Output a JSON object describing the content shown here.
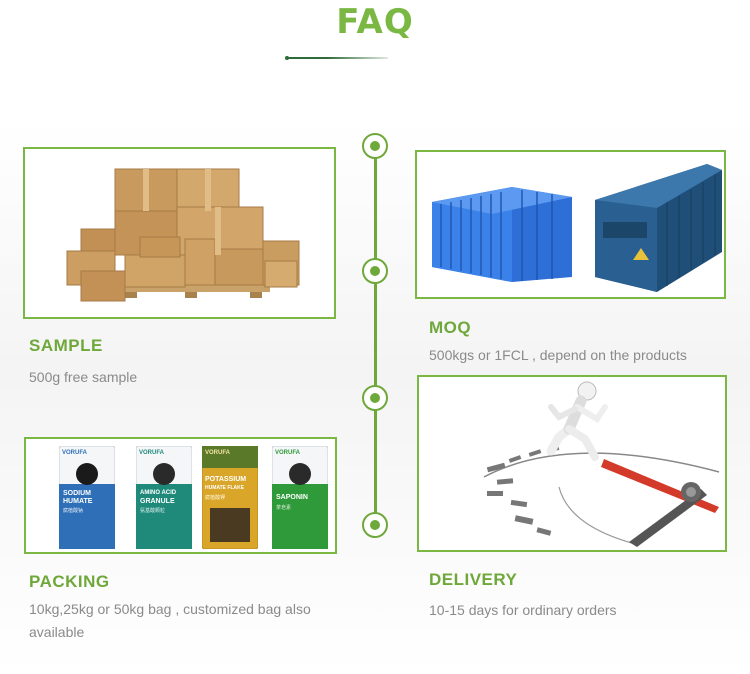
{
  "title": "FAQ",
  "items": {
    "sample": {
      "heading": "SAMPLE",
      "desc": "500g free sample"
    },
    "moq": {
      "heading": "MOQ",
      "desc": "500kgs or 1FCL , depend on the products"
    },
    "packing": {
      "heading": "PACKING",
      "desc": "10kg,25kg or 50kg bag , customized bag also available"
    },
    "delivery": {
      "heading": "DELIVERY",
      "desc": "10-15 days for ordinary orders"
    }
  },
  "bags": [
    {
      "brand": "VORUFA",
      "name1": "SODIUM",
      "name2": "HUMATE",
      "sub": "腐植酸钠",
      "color": "#2e6fb8"
    },
    {
      "brand": "VORUFA",
      "name1": "AMINO ACID",
      "name2": "GRANULE",
      "sub": "氨基酸颗粒",
      "color": "#1f8a7a"
    },
    {
      "brand": "VORUFA",
      "name1": "POTASSIUM",
      "name2": "HUMATE FLAKE",
      "sub": "腐植酸钾",
      "color": "#d9a62a"
    },
    {
      "brand": "VORUFA",
      "name1": "SAPONIN",
      "name2": "",
      "sub": "茶皂素",
      "color": "#2f9a3a"
    }
  ],
  "colors": {
    "accent": "#7ab843",
    "dark_green": "#2f6b38"
  }
}
